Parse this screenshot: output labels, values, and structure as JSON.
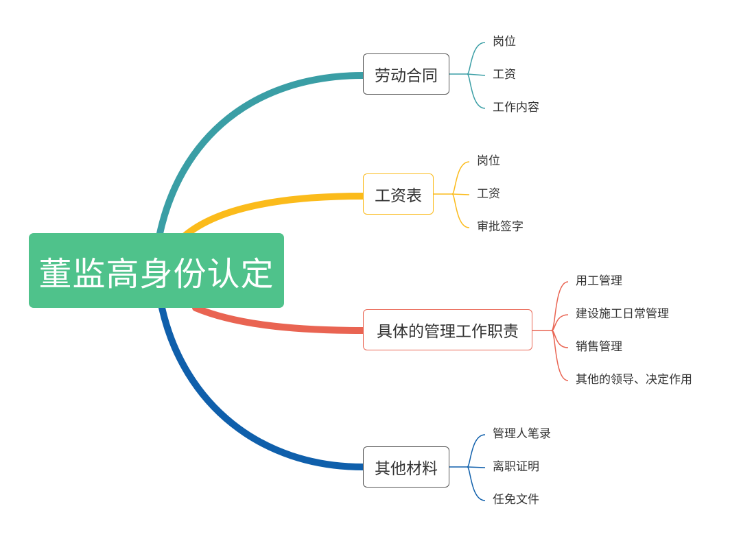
{
  "root": {
    "label": "董监高身份认定",
    "color": "#4fc28b"
  },
  "branches": [
    {
      "label": "劳动合同",
      "color": "#3a9ea5",
      "children": [
        "岗位",
        "工资",
        "工作内容"
      ]
    },
    {
      "label": "工资表",
      "color": "#fbbb1b",
      "children": [
        "岗位",
        "工资",
        "审批签字"
      ]
    },
    {
      "label": "具体的管理工作职责",
      "color": "#e96452",
      "children": [
        "用工管理",
        "建设施工日常管理",
        "销售管理",
        "其他的领导、决定作用"
      ]
    },
    {
      "label": "其他材料",
      "color": "#0f5fab",
      "children": [
        "管理人笔录",
        "离职证明",
        "任免文件"
      ]
    }
  ]
}
